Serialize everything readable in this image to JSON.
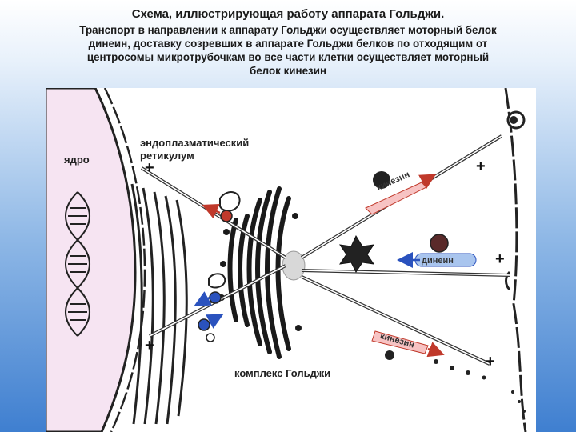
{
  "header": {
    "title": "Схема, иллюстрирующая работу аппарата Гольджи.",
    "subtitle_lines": [
      "Транспорт в направлении к аппарату Гольджи осуществляет моторный белок",
      "динеин, доставку созревших в аппарате Гольджи белков по отходящим от",
      "центросомы микротрубочкам во все части клетки осуществляет моторный",
      "белок кинезин"
    ]
  },
  "figure": {
    "labels": {
      "nucleus": "ядро",
      "er_line1": "эндоплазматический",
      "er_line2": "ретикулум",
      "golgi": "комплекс Гольджи"
    },
    "motor_tags": {
      "kinesin_top": "кинезин",
      "dynein": "динеин",
      "kinesin_bottom": "кинезин"
    },
    "plus_sign": "+",
    "colors": {
      "nucleus_fill": "#f6e4f2",
      "kinesin_tag": "#f7c3c3",
      "dynein_tag": "#a9c5ee",
      "kinesin_arrow": "#c0392b",
      "dynein_arrow": "#2a52be",
      "golgi": "#1a1a1a"
    }
  }
}
